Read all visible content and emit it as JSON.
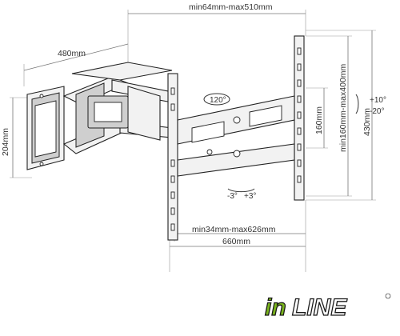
{
  "diagram": {
    "dimensions": {
      "top_width": "min64mm-max510mm",
      "depth": "480mm",
      "height_left": "204mm",
      "plate_height": "160mm",
      "vesa_vertical": "min160mm-max400mm",
      "overall_height": "430mm",
      "vesa_horizontal": "min34mm-max626mm",
      "overall_width": "660mm"
    },
    "angles": {
      "swivel": "120°",
      "tilt_up": "+10°",
      "tilt_down": "-20°",
      "rotate_left": "-3°",
      "rotate_right": "+3°"
    }
  },
  "brand": {
    "logo_text_a": "in",
    "logo_text_b": "LINE",
    "logo_colors": {
      "green": "#7ab51d",
      "black": "#1a1a1a"
    }
  }
}
